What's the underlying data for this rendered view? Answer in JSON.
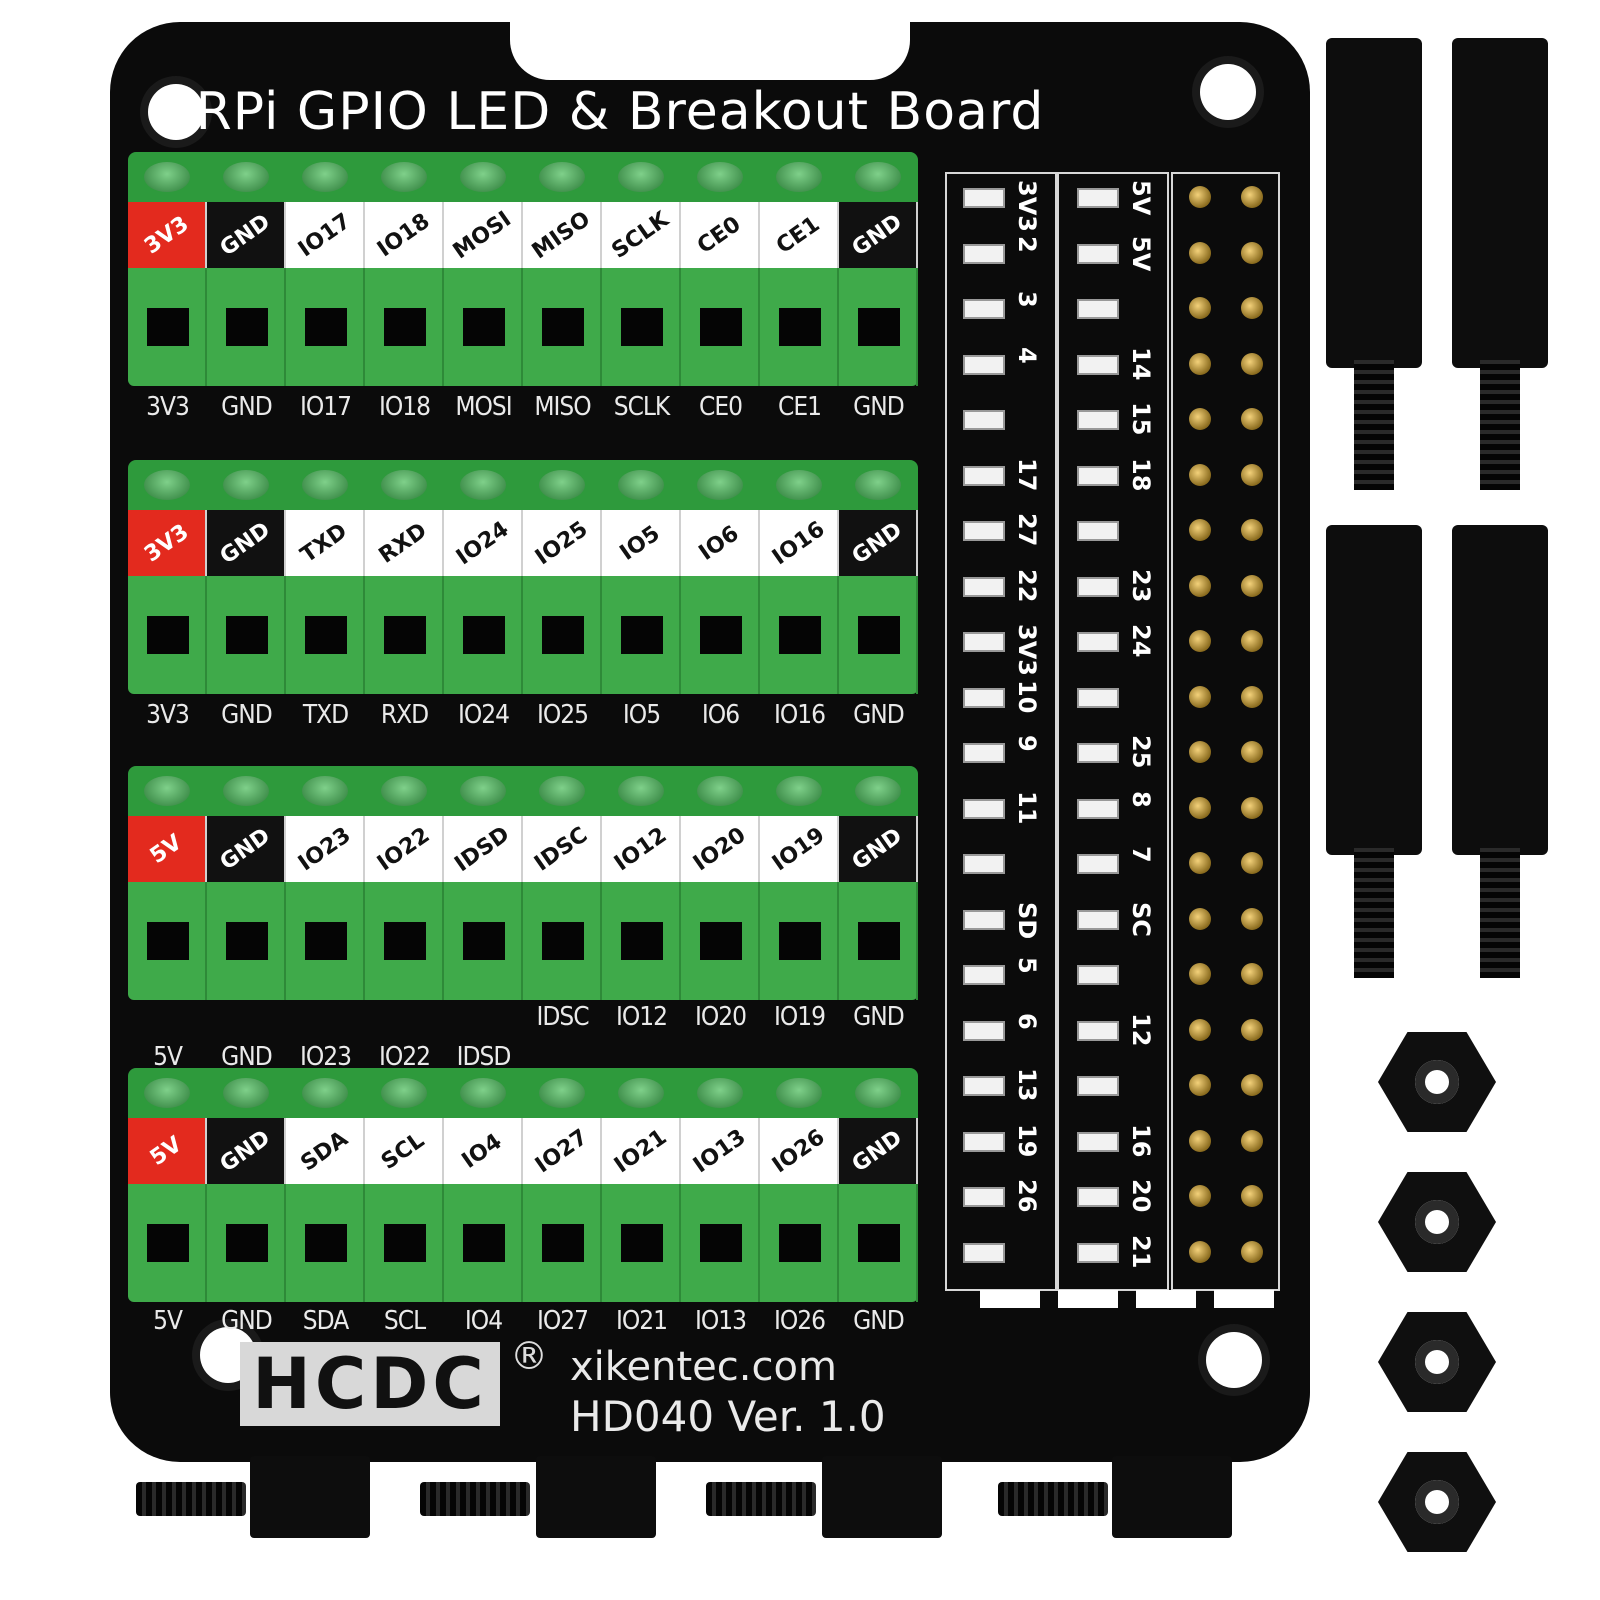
{
  "board": {
    "title": "RPi GPIO LED & Breakout Board",
    "brand": "HCDC",
    "registered_mark": "®",
    "website": "xikentec.com",
    "version": "HD040 Ver. 1.0"
  },
  "terminal_blocks": [
    {
      "labels": [
        "3V3",
        "GND",
        "IO17",
        "IO18",
        "MOSI",
        "MISO",
        "SCLK",
        "CE0",
        "CE1",
        "GND"
      ],
      "label_colors": [
        "red",
        "blk",
        "wht",
        "wht",
        "wht",
        "wht",
        "wht",
        "wht",
        "wht",
        "blk"
      ],
      "silkscreen": [
        "3V3",
        "GND",
        "IO17",
        "IO18",
        "MOSI",
        "MISO",
        "SCLK",
        "CE0",
        "CE1",
        "GND"
      ]
    },
    {
      "labels": [
        "3V3",
        "GND",
        "TXD",
        "RXD",
        "IO24",
        "IO25",
        "IO5",
        "IO6",
        "IO16",
        "GND"
      ],
      "label_colors": [
        "red",
        "blk",
        "wht",
        "wht",
        "wht",
        "wht",
        "wht",
        "wht",
        "wht",
        "blk"
      ],
      "silkscreen": [
        "3V3",
        "GND",
        "TXD",
        "RXD",
        "IO24",
        "IO25",
        "IO5",
        "IO6",
        "IO16",
        "GND"
      ]
    },
    {
      "labels": [
        "5V",
        "GND",
        "IO23",
        "IO22",
        "IDSD",
        "IDSC",
        "IO12",
        "IO20",
        "IO19",
        "GND"
      ],
      "label_colors": [
        "red",
        "blk",
        "wht",
        "wht",
        "wht",
        "wht",
        "wht",
        "wht",
        "wht",
        "blk"
      ],
      "silkscreen_upper": [
        "",
        "",
        "",
        "",
        "",
        "IDSC",
        "IO12",
        "IO20",
        "IO19",
        "GND"
      ],
      "silkscreen_lower": [
        "5V",
        "GND",
        "IO23",
        "IO22",
        "IDSD",
        "",
        "",
        "",
        "",
        ""
      ]
    },
    {
      "labels": [
        "5V",
        "GND",
        "SDA",
        "SCL",
        "IO4",
        "IO27",
        "IO21",
        "IO13",
        "IO26",
        "GND"
      ],
      "label_colors": [
        "red",
        "blk",
        "wht",
        "wht",
        "wht",
        "wht",
        "wht",
        "wht",
        "wht",
        "blk"
      ],
      "silkscreen": [
        "5V",
        "GND",
        "SDA",
        "SCL",
        "IO4",
        "IO27",
        "IO21",
        "IO13",
        "IO26",
        "GND"
      ]
    }
  ],
  "gpio_header": {
    "left_column": [
      "3V3",
      "2",
      "3",
      "4",
      "",
      "17",
      "27",
      "22",
      "3V3",
      "10",
      "9",
      "11",
      "",
      "SD",
      "5",
      "6",
      "13",
      "19",
      "26",
      ""
    ],
    "right_column": [
      "5V",
      "5V",
      "",
      "14",
      "15",
      "18",
      "",
      "23",
      "24",
      "",
      "25",
      "8",
      "7",
      "SC",
      "",
      "12",
      "",
      "16",
      "20",
      "21"
    ]
  },
  "colors": {
    "pcb": "#0b0b0b",
    "terminal_green": "#3faa4a",
    "power_label": "#e32a1e"
  }
}
